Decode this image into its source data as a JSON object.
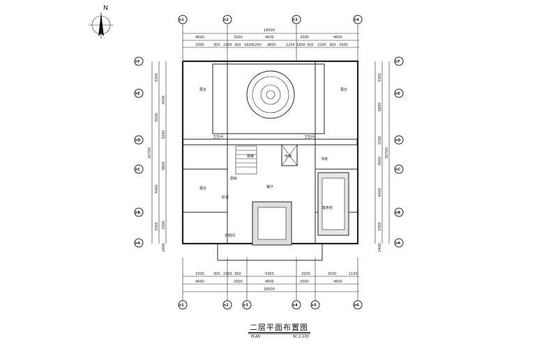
{
  "title": {
    "main": "二层平面布置图",
    "plan_word": "PLAN",
    "scale": "SC:1:100"
  },
  "north": {
    "letter": "N"
  },
  "top_dims": {
    "row1": [
      "4600",
      "2000",
      "4600",
      "2000",
      "4600"
    ],
    "row2": [
      "3300",
      "300",
      "2200",
      "300",
      "1800",
      "1200",
      "4800",
      "1200",
      "1800",
      "300",
      "2200",
      "300",
      "3300"
    ],
    "total": "18000"
  },
  "bottom_dims": {
    "row1": [
      "3300",
      "300",
      "2200",
      "300",
      "5450",
      "2500",
      "3550",
      "1150"
    ],
    "row2": [
      "4600",
      "2000",
      "4600",
      "2000",
      "4600"
    ],
    "total": "18000"
  },
  "left_dims": [
    "3300",
    "4500",
    "5000",
    "3200",
    "3800",
    "4400",
    "3300",
    "2400",
    "3300",
    "20700"
  ],
  "right_dims": [
    "3300",
    "6800",
    "1500",
    "3000",
    "4400",
    "3300",
    "2400",
    "20700"
  ],
  "axis_bubbles": {
    "top": [
      "⑩1",
      "⑩2",
      "⑩3",
      "⑩4"
    ],
    "bottom": [
      "⑩1",
      "⑩2",
      "⑩3",
      "⑩4",
      "⑩5",
      "⑩6"
    ],
    "left": [
      "⑩F",
      "⑩E",
      "⑩D",
      "⑩C",
      "⑩B",
      "⑩A"
    ],
    "right": [
      "⑩F",
      "⑩E",
      "⑩D",
      "⑩C",
      "⑩B",
      "⑩A"
    ]
  },
  "rooms": {
    "terrace_l": "露台",
    "terrace_r": "露台",
    "terrace_mid": "露台",
    "kitchen": "厨房",
    "dining": "餐厅",
    "lift": "电梯",
    "stair": "楼梯",
    "bath_l": "卫生间",
    "bath_r": "卫生间",
    "cloak": "衣帽间",
    "bedroom": "卧室",
    "fitness": "健身房",
    "study": "书房"
  }
}
